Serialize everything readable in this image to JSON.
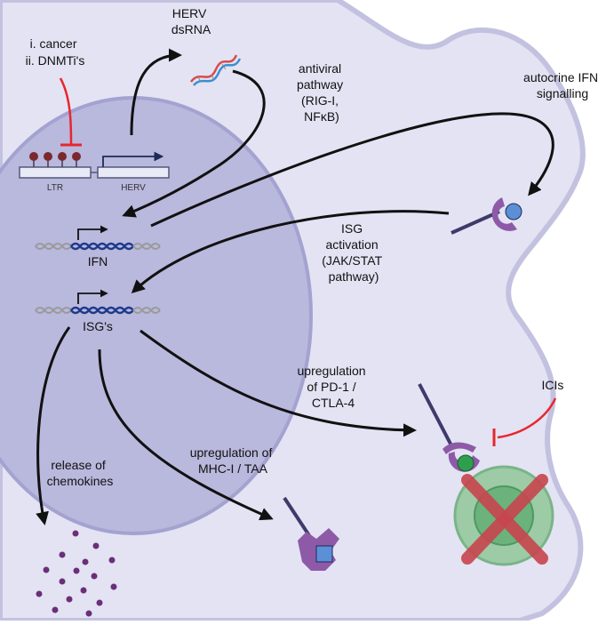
{
  "colors": {
    "cell_fill": "#e3e3f3",
    "cell_stroke": "#c2c2e0",
    "nucleus_fill": "#b9b8dd",
    "nucleus_stroke": "#a4a2d0",
    "arrow": "#111111",
    "inhibit": "#e8262d",
    "receptor_purple": "#8e5aa8",
    "ligand_blue": "#5b8fd6",
    "ligand_green": "#2e9e4f",
    "tcell_outer": "#9ccba6",
    "tcell_inner": "#6bb27c",
    "cross": "#c8454e",
    "chemokine": "#6b2f78",
    "dna_blue": "#1e3a8a",
    "dna_gray": "#9a9a9a"
  },
  "labels": {
    "herv_dsrna": [
      "HERV",
      "dsRNA"
    ],
    "cancer_dnmti": [
      "i. cancer",
      "ii. DNMTi's"
    ],
    "antiviral": [
      "antiviral",
      "pathway",
      "(RIG-I,",
      "NFκB)"
    ],
    "autocrine": [
      "autocrine IFN",
      "signalling"
    ],
    "isg_activation": [
      "ISG",
      "activation",
      "(JAK/STAT",
      "pathway)"
    ],
    "ifn": "IFN",
    "isgs": "ISG's",
    "ltr": "LTR",
    "herv": "HERV",
    "pd1": [
      "upregulation",
      "of PD-1 /",
      "CTLA-4"
    ],
    "icis": "ICIs",
    "mhc": [
      "upregulation of",
      "MHC-I / TAA"
    ],
    "chemokines": [
      "release of",
      "chemokines"
    ]
  }
}
